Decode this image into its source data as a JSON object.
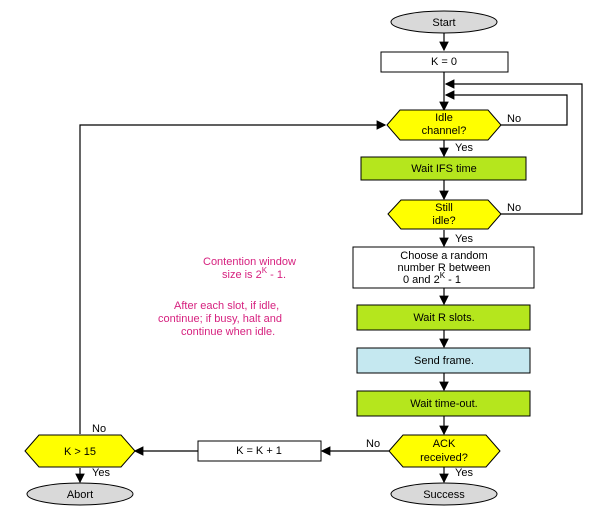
{
  "diagram": {
    "start": "Start",
    "k_init": "K = 0",
    "idle_channel": [
      "Idle",
      "channel?"
    ],
    "wait_ifs": "Wait IFS time",
    "still_idle": [
      "Still",
      "idle?"
    ],
    "choose_random": [
      "Choose a random",
      "number R between",
      "0 and 2",
      "K",
      " - 1"
    ],
    "wait_r": "Wait R slots.",
    "send_frame": "Send frame.",
    "wait_timeout": "Wait time-out.",
    "ack_received": [
      "ACK",
      "received?"
    ],
    "k_increment": "K = K + 1",
    "k_gt_15": "K > 15",
    "abort": "Abort",
    "success": "Success",
    "labels": {
      "no_idle": "No",
      "yes_idle": "Yes",
      "no_still": "No",
      "yes_still": "Yes",
      "no_ack": "No",
      "yes_ack": "Yes",
      "no_k": "No",
      "yes_k": "Yes"
    },
    "note_contention": [
      "Contention window",
      "size is 2",
      "K",
      " - 1."
    ],
    "note_slot": [
      "After each slot, if idle,",
      "continue; if busy, halt and",
      "continue when idle."
    ],
    "colors": {
      "decision": "#ffff00",
      "process_green": "#b5e61d",
      "process_blue": "#c5e8f0",
      "terminal": "#d9d9d9",
      "note": "#d6217f"
    }
  }
}
